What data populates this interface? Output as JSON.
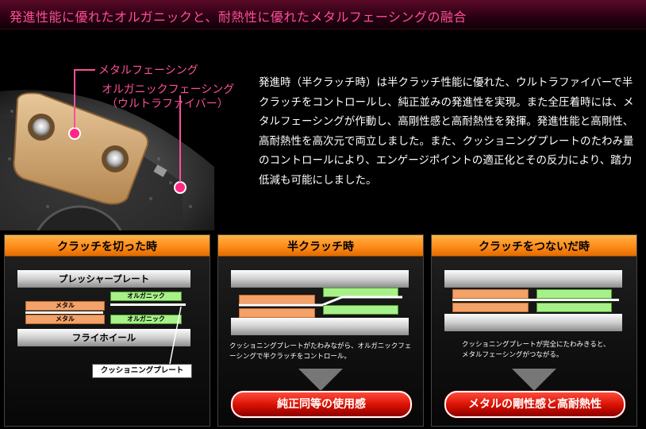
{
  "header": {
    "title": "発進性能に優れたオルガニックと、耐熱性に優れたメタルフェーシングの融合"
  },
  "callouts": {
    "metal_facing": "メタルフェーシング",
    "organic_facing": "オルガニックフェーシング",
    "ultra_fiber": "（ウルトラファイバー）"
  },
  "description": {
    "paragraph": "発進時（半クラッチ時）は半クラッチ性能に優れた、ウルトラファイバーで半クラッチをコントロールし、純正並みの発進性を実現。また全圧着時には、メタルフェーシングが作動し、高剛性感と高耐熱性を発揮。発進性能と高剛性、高耐熱性を高次元で両立しました。また、クッショニングプレートのたわみ量のコントロールにより、エンゲージポイントの適正化とその反力により、踏力低減も可能にしました。"
  },
  "panels": [
    {
      "title": "クラッチを切った時",
      "pressure_plate": "プレッシャープレート",
      "flywheel": "フライホイール",
      "metal_top": "メタル",
      "metal_bottom": "メタル",
      "organic_top": "オルガニック",
      "organic_bottom": "オルガニック",
      "cushion_label": "クッショニングプレート"
    },
    {
      "title": "半クラッチ時",
      "note": "クッショニングプレートがたわみながら、オルガニックフェーシングで半クラッチをコントロール。",
      "result": "純正同等の使用感"
    },
    {
      "title": "クラッチをつないだ時",
      "note": "クッショニングプレートが完全にたわみきると、メタルフェーシングがつながる。",
      "result": "メタルの剛性感と高耐熱性"
    }
  ],
  "colors": {
    "accent_pink": "#ff4f9a",
    "header_bg": "#3a0018",
    "panel_header_orange": "#ff8c1a",
    "metal_pad": "#f3a26a",
    "organic_pad": "#a8f08a",
    "result_red": "#d60f00"
  }
}
